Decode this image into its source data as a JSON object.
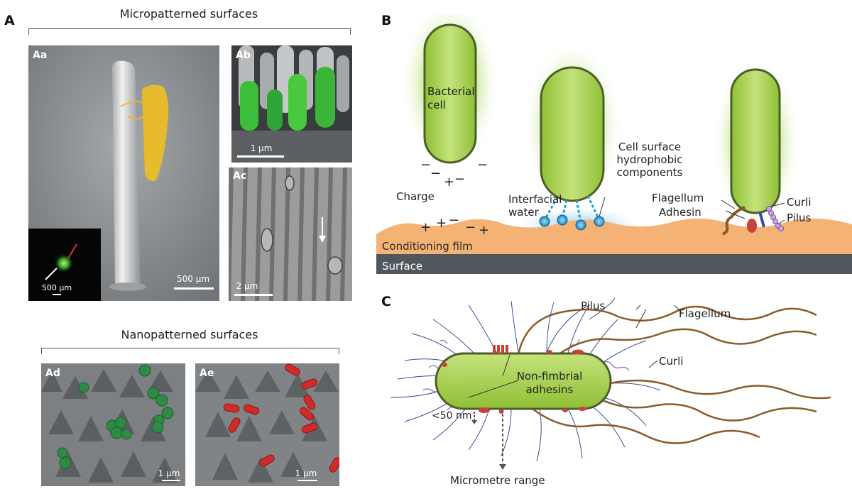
{
  "panel_A": {
    "label": "A",
    "micro_title": "Micropatterned surfaces",
    "nano_title": "Nanopatterned surfaces",
    "Aa": {
      "tag": "Aa",
      "scale": "500 µm",
      "inset_scale": "500 µm"
    },
    "Ab": {
      "tag": "Ab",
      "scale": "1 µm"
    },
    "Ac": {
      "tag": "Ac",
      "scale": "2 µm"
    },
    "Ad": {
      "tag": "Ad",
      "scale": "1 µm"
    },
    "Ae": {
      "tag": "Ae",
      "scale": "1 µm"
    }
  },
  "panel_B": {
    "label": "B",
    "bacterial_cell": "Bacterial cell",
    "charge": "Charge",
    "cell_surface": "Cell surface hydrophobic components",
    "interfacial_water": "Interfacial water",
    "flagellum": "Flagellum",
    "adhesin": "Adhesin",
    "curli": "Curli",
    "pilus": "Pilus",
    "conditioning_film": "Conditioning film",
    "surface": "Surface"
  },
  "panel_C": {
    "label": "C",
    "pilus": "Pilus",
    "flagellum": "Flagellum",
    "curli": "Curli",
    "non_fimbrial": "Non-fimbrial adhesins",
    "range_small": "<50 nm",
    "range_large": "Micrometre range"
  },
  "colors": {
    "cell_green": "#9cc93b",
    "film_orange": "#f4b375",
    "surface_grey": "#50575c",
    "adhesin_red": "#c8413a",
    "pilus_blue": "#3b4a9b",
    "curli_purple": "#a777c6",
    "flagellum_brown": "#8b5a2b"
  }
}
